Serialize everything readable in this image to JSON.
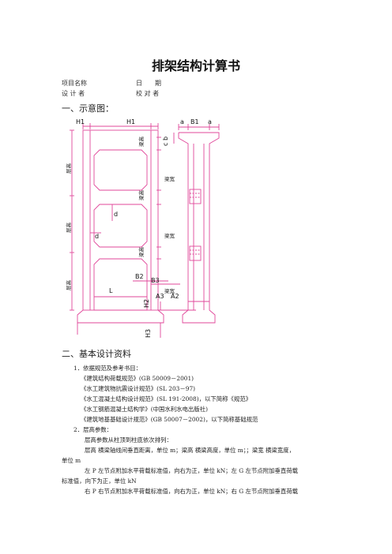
{
  "title": "排架结构计算书",
  "meta": {
    "project_name": "项目名称",
    "date": "日　　期",
    "designer": "设  计  者",
    "checker": "校  对  者"
  },
  "section1": "一、示意图：",
  "diagram": {
    "labels": {
      "H1a": "H1",
      "H1b": "H1",
      "a1": "a",
      "B1": "B1",
      "a2": "a",
      "cb": "c b",
      "beam_h1": "梁高",
      "beam_h2": "梁高",
      "beam_h3": "梁高",
      "floor1": "层高",
      "floor2": "层高",
      "floor3": "层高",
      "beam_w1": "梁宽",
      "beam_w2": "梁宽",
      "beam_w3": "梁宽",
      "d1": "d",
      "d2": "d",
      "L": "L",
      "B2": "B2",
      "B3": "B3",
      "H2": "H2",
      "A3": "A3",
      "A2": "A2",
      "H3": "H3"
    },
    "line_color": "#e0479a"
  },
  "section2": "二、基本设计资料",
  "items": {
    "i1": "1．依据规范及参考书目：",
    "r1": "《建筑结构荷载规范》(GB 50009－2001)",
    "r2": "《水工建筑物抗震设计规范》(SL 203－97)",
    "r3": "《水工混凝土结构设计规范》(SL 191-2008)，以下简称《规范》",
    "r4": "《水工钢筋混凝土结构学》(中国水利水电出版社)",
    "r5": "《建筑地基基础设计规范》(GB 50007－2002)，以下简称基础规范",
    "i2": "2．层高参数：",
    "p1": "层高参数从柱顶到柱底依次排列：",
    "p2a": "层高 横梁轴线间垂直距离，单位 m；梁高 横梁高度，单位 m；；梁宽 横梁宽度，",
    "p2b": "单位 m",
    "p3a": "左 P 左节点附加水平荷载标准值，向右为正，单位 kN；左 G 左节点附加垂直荷载",
    "p3b": "标准值，向下为正，单位 kN",
    "p4": "右 P 右节点附加水平荷载标准值，向右为正，单位 kN；右 G 左节点附加垂直荷载"
  }
}
